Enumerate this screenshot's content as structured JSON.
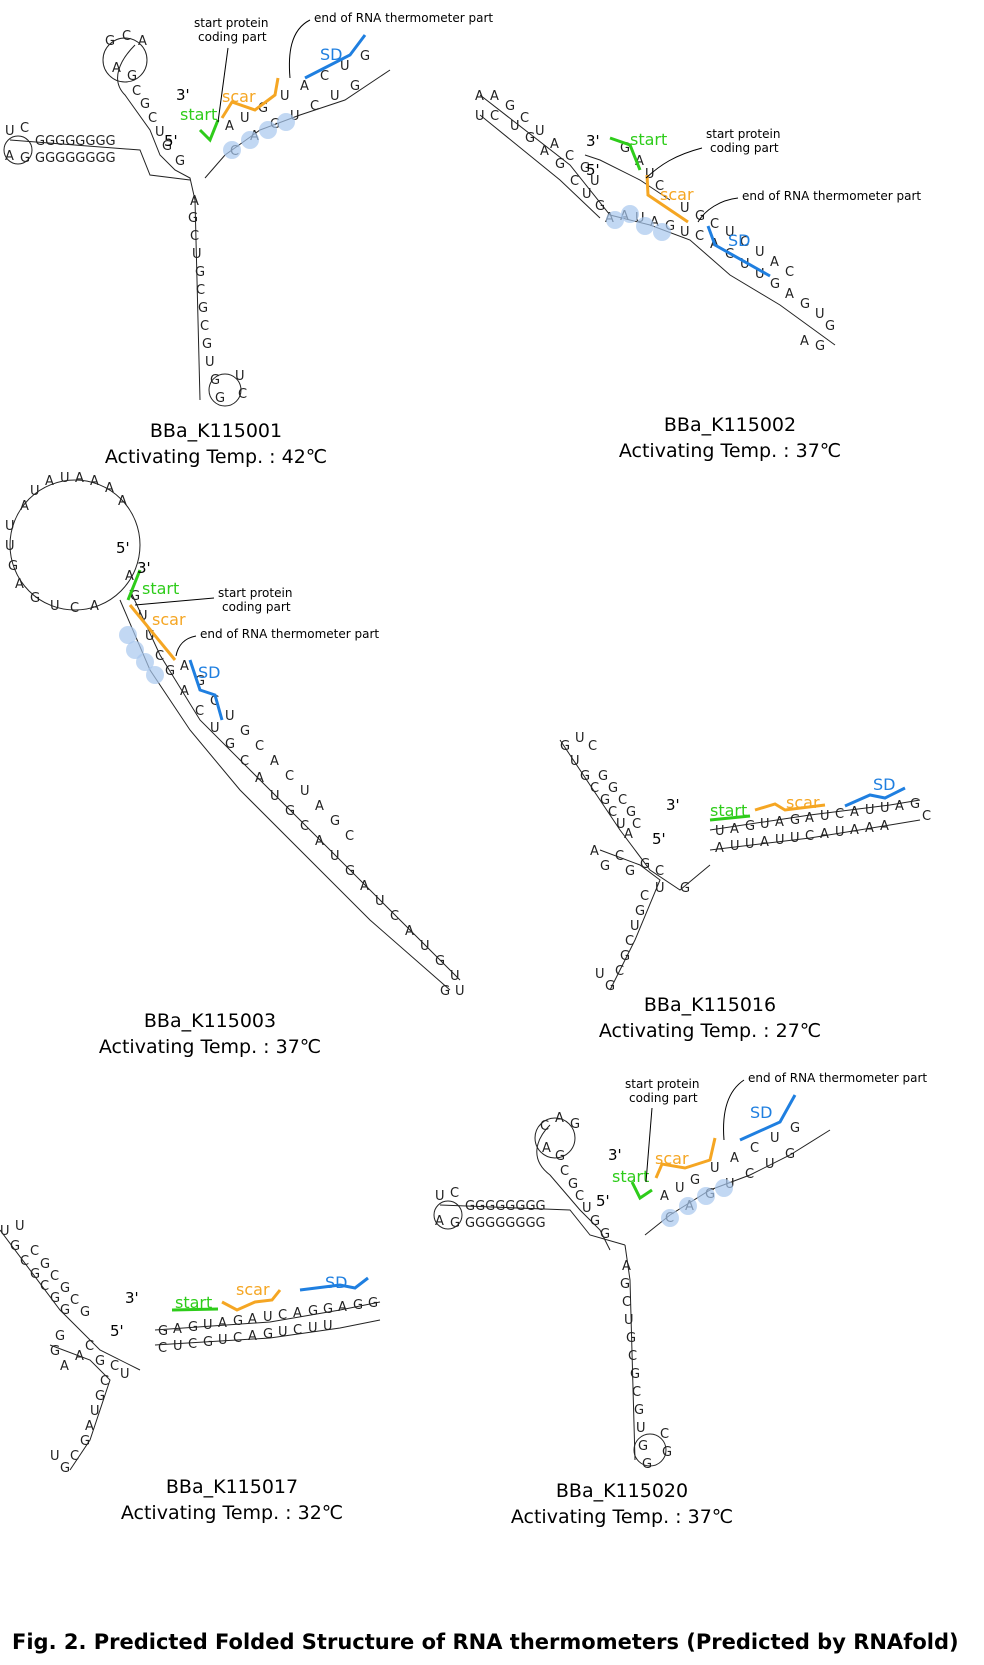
{
  "annotations": {
    "start_label": "start",
    "scar_label": "scar",
    "sd_label": "SD",
    "start_protein": "start protein coding part",
    "end_thermo": "end of RNA thermometer part",
    "five_prime": "5'",
    "three_prime": "3'"
  },
  "colors": {
    "start": "#2ecc1a",
    "scar": "#f5a623",
    "sd": "#1f7fe0",
    "highlight": "#a8c8ee"
  },
  "panels": [
    {
      "id": "BBa_K115001",
      "name": "BBa_K115001",
      "temp": "Activating Temp. : 42℃"
    },
    {
      "id": "BBa_K115002",
      "name": "BBa_K115002",
      "temp": "Activating Temp. : 37℃"
    },
    {
      "id": "BBa_K115003",
      "name": "BBa_K115003",
      "temp": "Activating Temp. : 37℃"
    },
    {
      "id": "BBa_K115016",
      "name": "BBa_K115016",
      "temp": "Activating Temp. : 27℃"
    },
    {
      "id": "BBa_K115017",
      "name": "BBa_K115017",
      "temp": "Activating Temp. : 32℃"
    },
    {
      "id": "BBa_K115020",
      "name": "BBa_K115020",
      "temp": "Activating Temp. : 37℃"
    }
  ],
  "figure_caption": "Fig. 2. Predicted Folded Structure of RNA thermometers (Predicted by RNAfold)"
}
